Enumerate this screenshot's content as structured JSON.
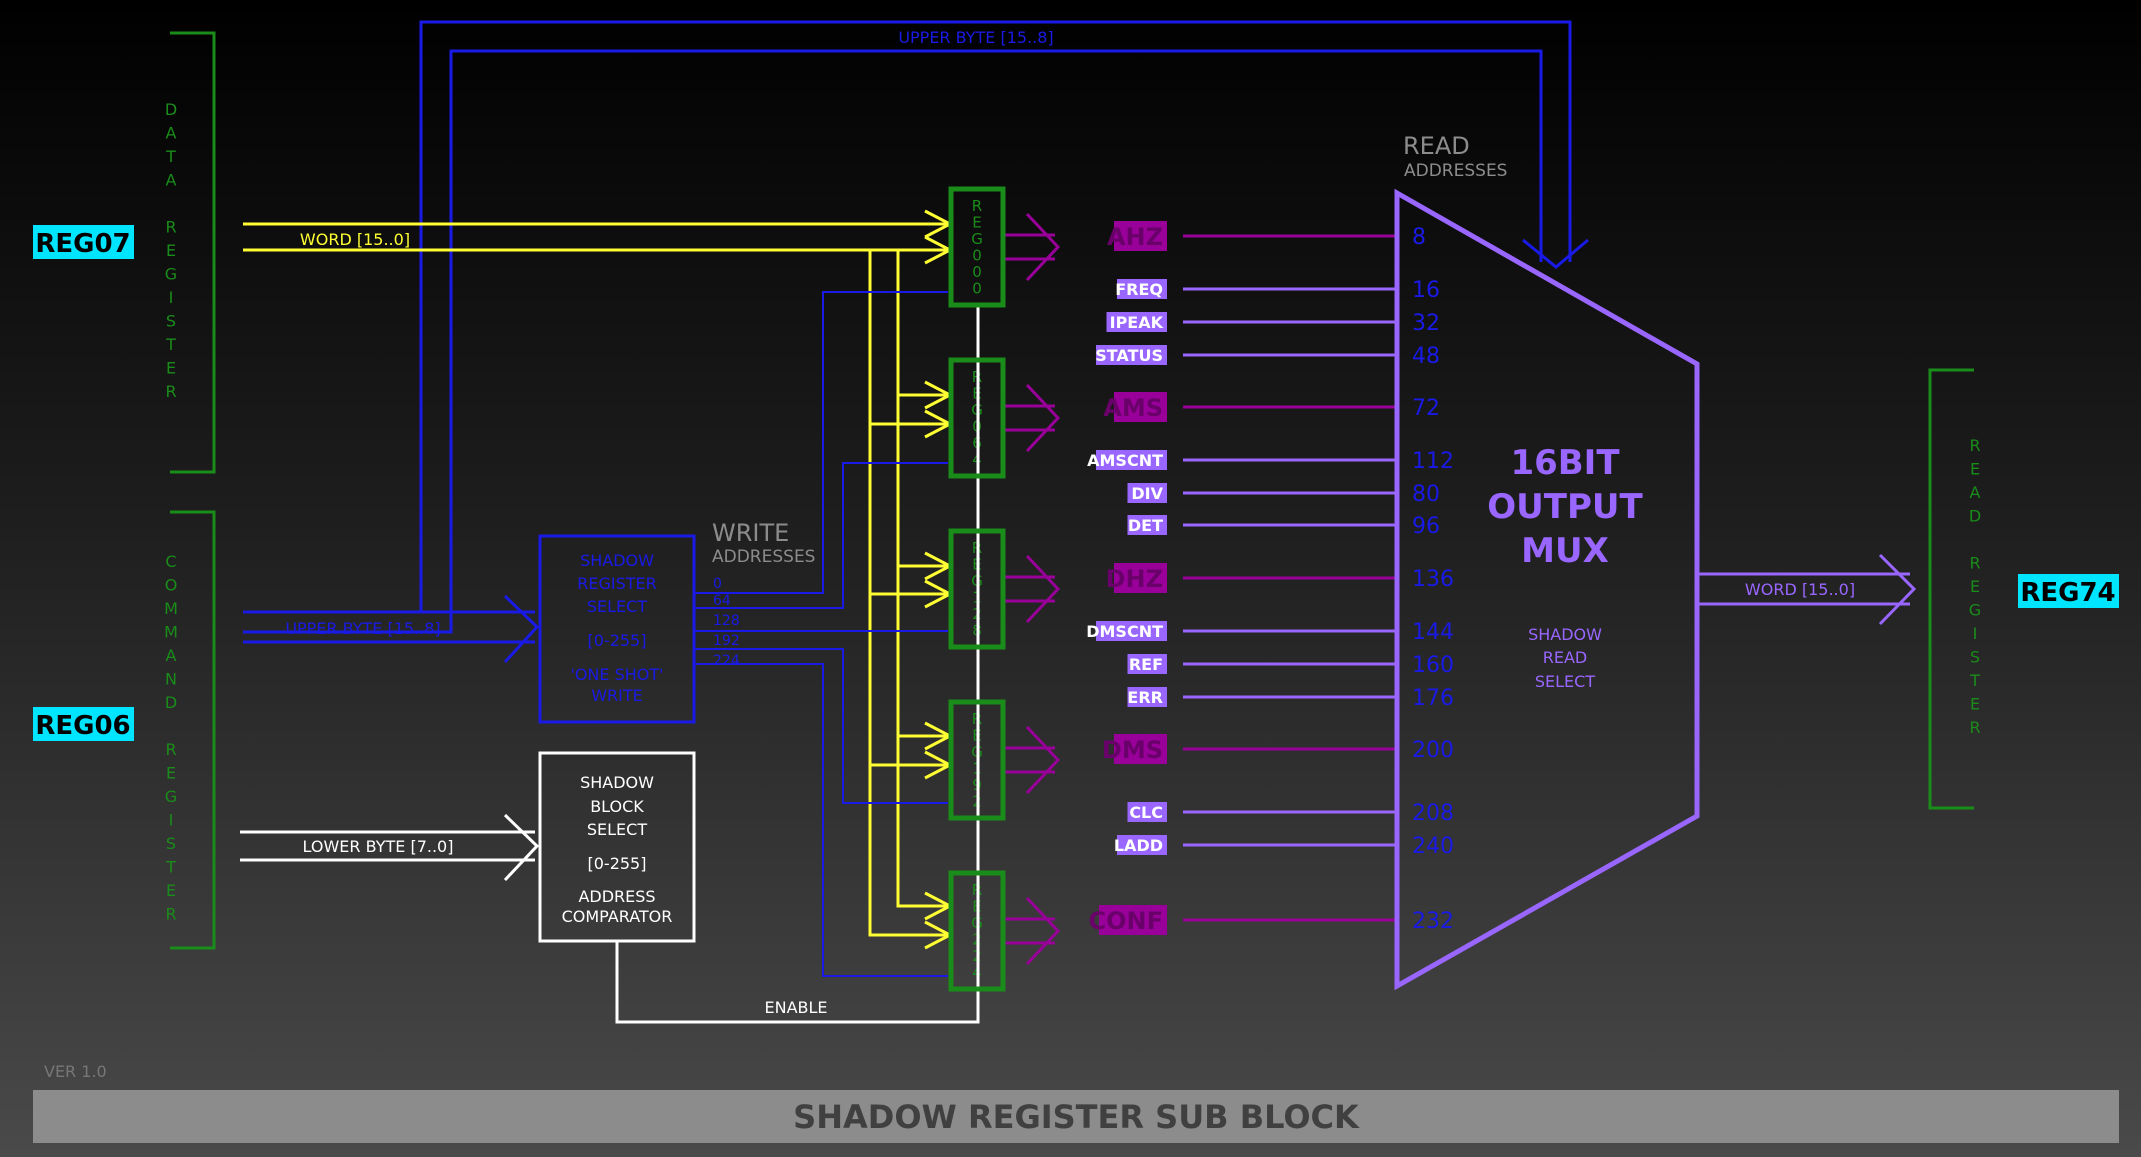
{
  "regs": {
    "reg07": "REG07",
    "reg06": "REG06",
    "reg74": "REG74"
  },
  "brackets": {
    "data_register": "DATA REGISTER",
    "command_register": "COMMAND REGISTER",
    "read_register": "READ REGISTER"
  },
  "buses": {
    "word_in": "WORD [15..0]",
    "upper_byte_top": "UPPER BYTE [15..8]",
    "upper_byte_cmd": "UPPER BYTE [15..8]",
    "lower_byte": "LOWER BYTE [7..0]",
    "word_out": "WORD [15..0]",
    "enable": "ENABLE"
  },
  "write_block": {
    "title": "WRITE",
    "subtitle": "ADDRESSES",
    "lines": [
      "SHADOW",
      "REGISTER",
      "SELECT",
      "[0-255]",
      "'ONE SHOT'",
      "WRITE"
    ],
    "addresses": [
      "0",
      "64",
      "128",
      "192",
      "224"
    ]
  },
  "shadow_block": {
    "lines": [
      "SHADOW",
      "BLOCK",
      "SELECT",
      "[0-255]",
      "ADDRESS",
      "COMPARATOR"
    ]
  },
  "shadow_regs": [
    "REG000",
    "REG064",
    "REG128",
    "REG192",
    "REG224"
  ],
  "read_block": {
    "title": "READ",
    "subtitle": "ADDRESSES"
  },
  "mux": {
    "title_lines": [
      "16BIT",
      "OUTPUT",
      "MUX"
    ],
    "sub_lines": [
      "SHADOW",
      "READ",
      "SELECT"
    ]
  },
  "signals": [
    {
      "name": "AHZ",
      "addr": "8",
      "big": true
    },
    {
      "name": "FREQ",
      "addr": "16",
      "big": false
    },
    {
      "name": "IPEAK",
      "addr": "32",
      "big": false
    },
    {
      "name": "STATUS",
      "addr": "48",
      "big": false
    },
    {
      "name": "AMS",
      "addr": "72",
      "big": true
    },
    {
      "name": "AMSCNT",
      "addr": "112",
      "big": false
    },
    {
      "name": "DIV",
      "addr": "80",
      "big": false
    },
    {
      "name": "DET",
      "addr": "96",
      "big": false
    },
    {
      "name": "DHZ",
      "addr": "136",
      "big": true
    },
    {
      "name": "DMSCNT",
      "addr": "144",
      "big": false
    },
    {
      "name": "REF",
      "addr": "160",
      "big": false
    },
    {
      "name": "ERR",
      "addr": "176",
      "big": false
    },
    {
      "name": "DMS",
      "addr": "200",
      "big": true
    },
    {
      "name": "CLC",
      "addr": "208",
      "big": false
    },
    {
      "name": "LADD",
      "addr": "240",
      "big": false
    },
    {
      "name": "CONF",
      "addr": "232",
      "big": true
    }
  ],
  "footer": {
    "version": "VER 1.0",
    "title": "SHADOW REGISTER SUB BLOCK"
  },
  "colors": {
    "yellow": "#ffff33",
    "blue": "#1a1ae6",
    "green": "#1a8c1a",
    "purple": "#9966ff",
    "magenta": "#990099",
    "cyan": "#00e5ff",
    "white": "#ffffff"
  }
}
